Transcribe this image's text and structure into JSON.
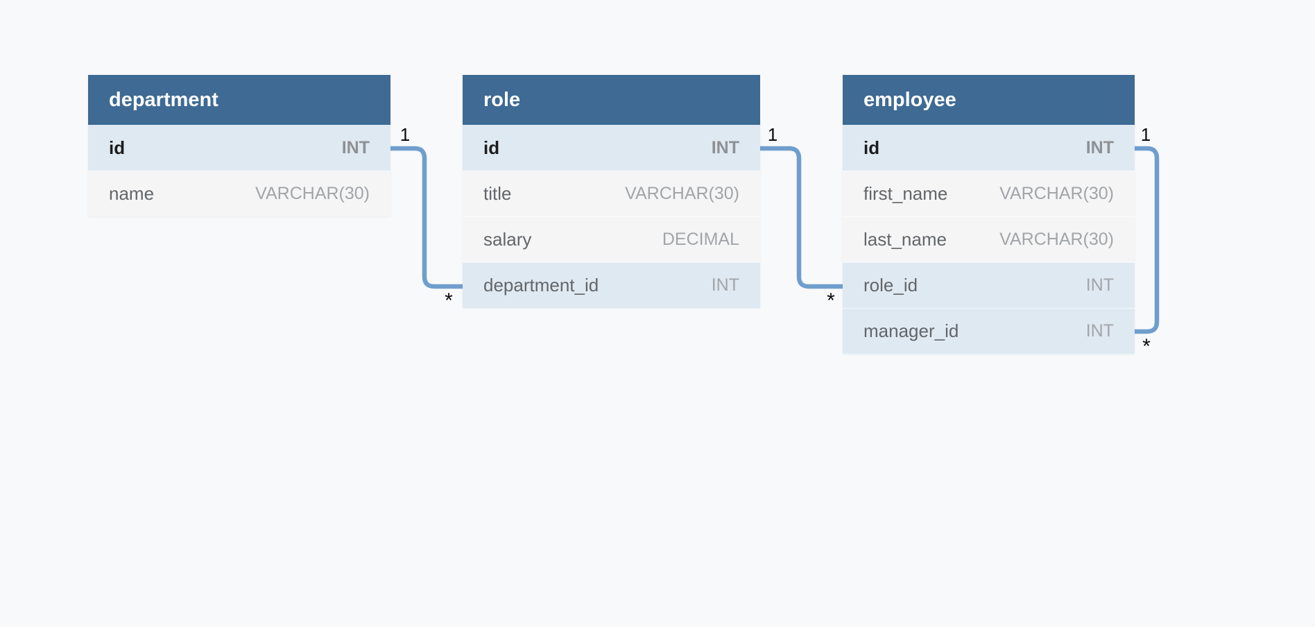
{
  "diagram": {
    "tables": [
      {
        "name": "department",
        "fields": [
          {
            "name": "id",
            "type": "INT",
            "key": "pk"
          },
          {
            "name": "name",
            "type": "VARCHAR(30)",
            "key": ""
          }
        ]
      },
      {
        "name": "role",
        "fields": [
          {
            "name": "id",
            "type": "INT",
            "key": "pk"
          },
          {
            "name": "title",
            "type": "VARCHAR(30)",
            "key": ""
          },
          {
            "name": "salary",
            "type": "DECIMAL",
            "key": ""
          },
          {
            "name": "department_id",
            "type": "INT",
            "key": "fk"
          }
        ]
      },
      {
        "name": "employee",
        "fields": [
          {
            "name": "id",
            "type": "INT",
            "key": "pk"
          },
          {
            "name": "first_name",
            "type": "VARCHAR(30)",
            "key": ""
          },
          {
            "name": "last_name",
            "type": "VARCHAR(30)",
            "key": ""
          },
          {
            "name": "role_id",
            "type": "INT",
            "key": "fk"
          },
          {
            "name": "manager_id",
            "type": "INT",
            "key": "fk"
          }
        ]
      }
    ],
    "relationships": [
      {
        "from": "department.id",
        "to": "role.department_id",
        "from_label": "1",
        "to_label": "*"
      },
      {
        "from": "role.id",
        "to": "employee.role_id",
        "from_label": "1",
        "to_label": "*"
      },
      {
        "from": "employee.id",
        "to": "employee.manager_id",
        "from_label": "1",
        "to_label": "*"
      }
    ],
    "colors": {
      "background": "#f8f9fa",
      "header": "#3e6a94",
      "key_row": "#dfe9f2",
      "row": "#f5f5f6",
      "connector": "#6f9ecd"
    }
  }
}
